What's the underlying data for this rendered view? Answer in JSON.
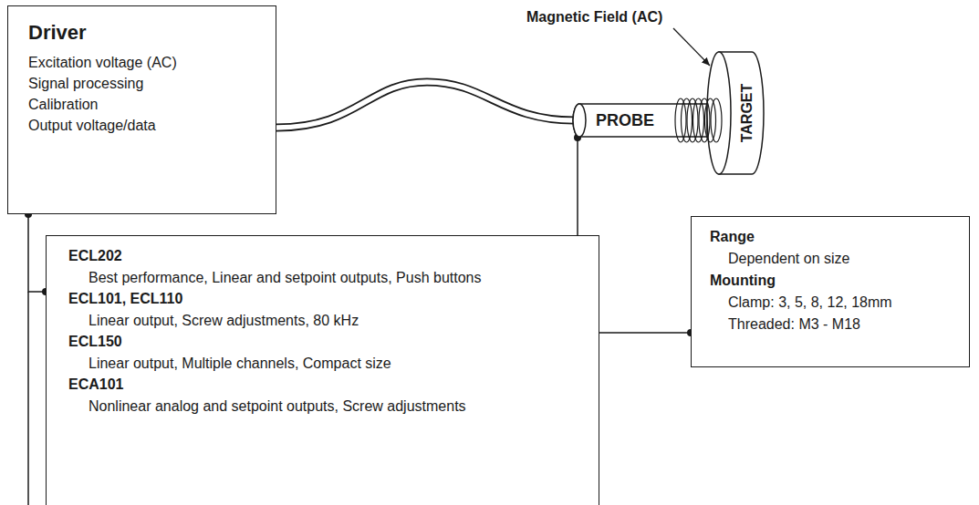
{
  "diagram": {
    "nodes": [
      {
        "text": [
          "Driver",
          "Excitation voltage (AC)",
          "Signal processing",
          "Calibration",
          "Output voltage/data"
        ]
      },
      {
        "text": [
          "ECL202",
          "Best performance, Linear and setpoint outputs, Push buttons",
          "ECL101, ECL110",
          "Linear output, Screw adjustments, 80 kHz",
          "ECL150",
          "Linear output, Multiple channels, Compact size",
          "ECA101",
          "Nonlinear analog and setpoint outputs, Screw adjustments"
        ]
      },
      {
        "text": [
          "PROBE"
        ]
      },
      {
        "text": [
          "Range",
          "Dependent on size",
          "Mounting",
          "Clamp: 3, 5, 8, 12, 18mm",
          "Threaded: M3 - M18"
        ]
      },
      {
        "text": [
          "TARGET"
        ]
      }
    ],
    "edges": [
      {
        "from": 0,
        "to": 2,
        "arrow": "none"
      },
      {
        "from": 0,
        "to": 1,
        "arrow": "none"
      },
      {
        "from": 2,
        "to": 3,
        "arrow": "none"
      }
    ],
    "labels": [
      "Magnetic Field (AC)"
    ]
  }
}
